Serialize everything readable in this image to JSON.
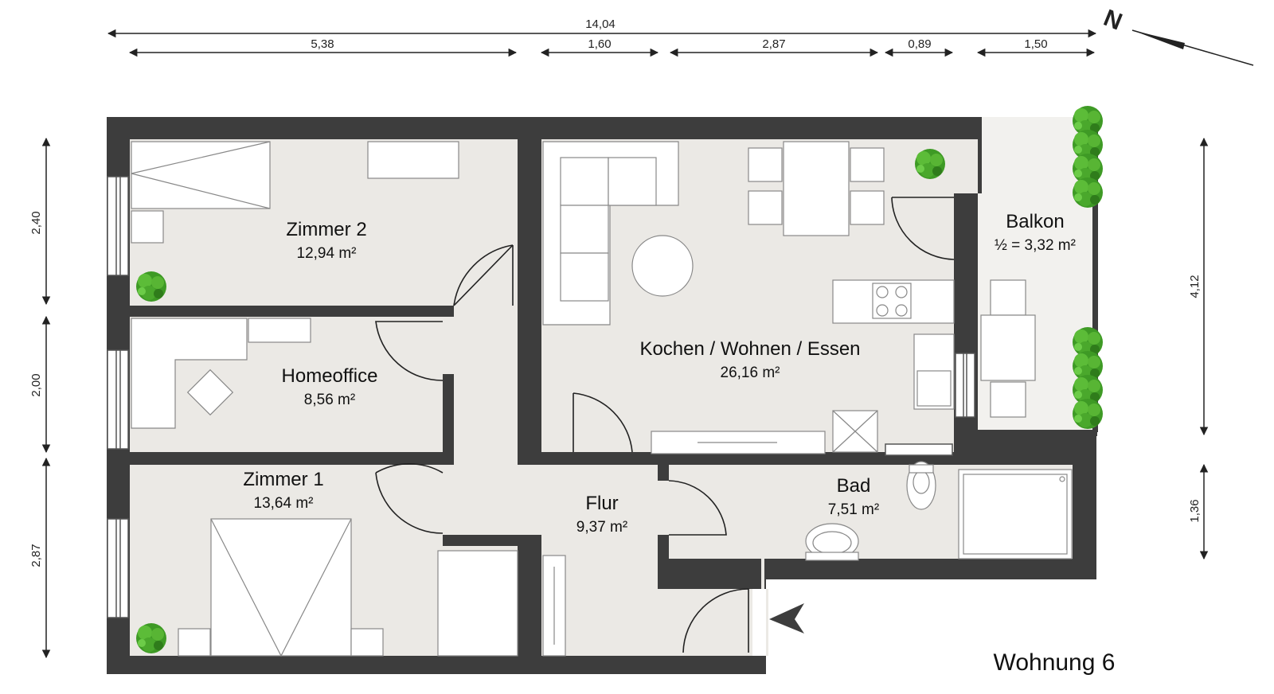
{
  "title": "Wohnung 6",
  "compass": {
    "label": "N"
  },
  "colors": {
    "wall": "#3d3d3d",
    "floor": "#ebe9e5",
    "balcony": "#f2f1ee",
    "furniture": "#ffffff",
    "plant": "#3e9a25"
  },
  "rooms": {
    "zimmer2": {
      "name": "Zimmer 2",
      "area": "12,94 m²"
    },
    "homeoffice": {
      "name": "Homeoffice",
      "area": "8,56 m²"
    },
    "zimmer1": {
      "name": "Zimmer 1",
      "area": "13,64 m²"
    },
    "kochen": {
      "name": "Kochen / Wohnen / Essen",
      "area": "26,16 m²"
    },
    "flur": {
      "name": "Flur",
      "area": "9,37 m²"
    },
    "bad": {
      "name": "Bad",
      "area": "7,51 m²"
    },
    "balkon": {
      "name": "Balkon",
      "area": "½ = 3,32 m²"
    }
  },
  "dimensions": {
    "top_total": "14,04",
    "top_segments": [
      "5,38",
      "1,60",
      "2,87",
      "0,89",
      "1,50"
    ],
    "left": [
      "2,40",
      "2,00",
      "2,87"
    ],
    "right": [
      "4,12",
      "1,36"
    ]
  }
}
